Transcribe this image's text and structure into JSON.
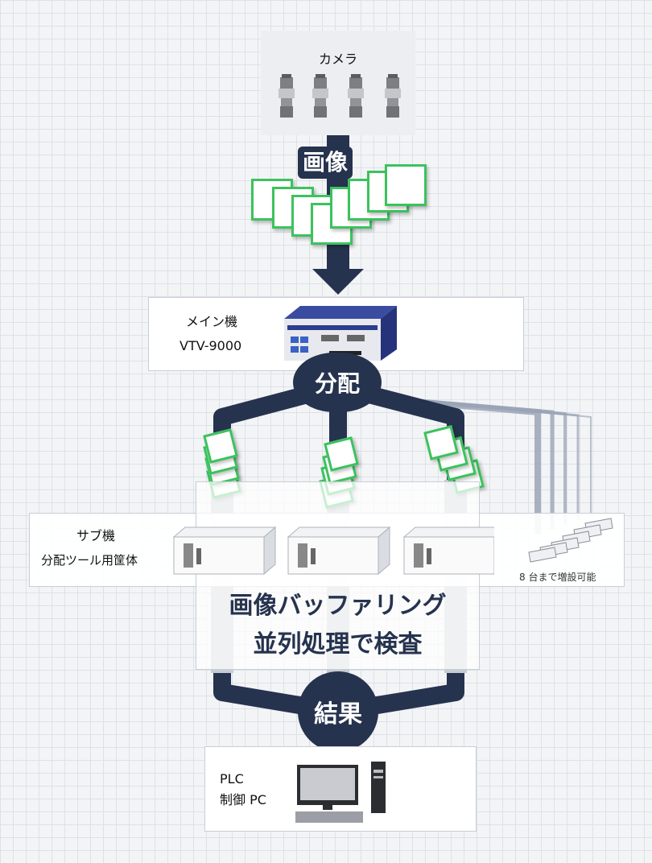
{
  "camera": {
    "label": "カメラ",
    "count": 4
  },
  "flow": {
    "image_tag": "画像"
  },
  "main_unit": {
    "line1": "メイン機",
    "line2": "VTV-9000"
  },
  "distribute": {
    "label": "分配"
  },
  "sub_unit": {
    "line1": "サブ機",
    "line2": "分配ツール用筐体",
    "expand_note": "8 台まで増設可能"
  },
  "processing": {
    "line1": "画像バッファリング",
    "line2": "並列処理で検査"
  },
  "result": {
    "label": "結果"
  },
  "plc": {
    "line1": "PLC",
    "line2": "制御 PC"
  },
  "colors": {
    "navy": "#26334e",
    "green": "#3cc25e",
    "gray_line": "#9aa4b6"
  }
}
